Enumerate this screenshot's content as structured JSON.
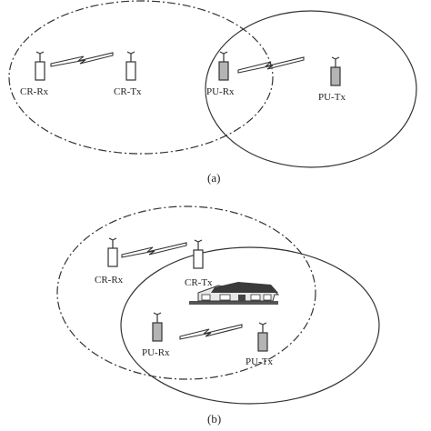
{
  "panel_a": {
    "caption": "(a)",
    "labels": {
      "cr_rx": "CR-Rx",
      "cr_tx": "CR-Tx",
      "pu_rx": "PU-Rx",
      "pu_tx": "PU-Tx"
    }
  },
  "panel_b": {
    "caption": "(b)",
    "labels": {
      "cr_rx": "CR-Rx",
      "cr_tx": "CR-Tx",
      "pu_rx": "PU-Rx",
      "pu_tx": "PU-Tx"
    }
  },
  "colors": {
    "cr_device": "#ffffff",
    "pu_device": "#b4b4b4",
    "stroke": "#333333"
  }
}
